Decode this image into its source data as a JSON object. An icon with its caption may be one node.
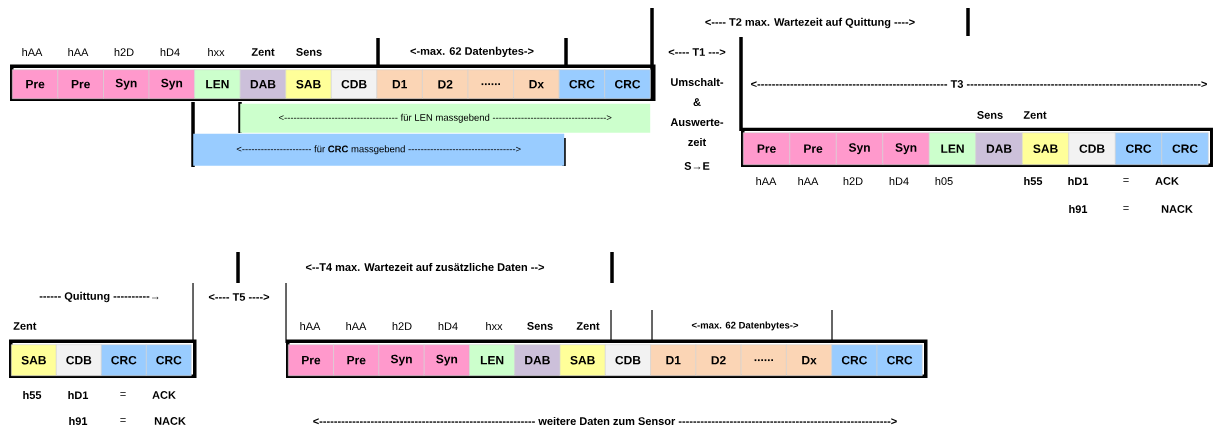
{
  "diagram": {
    "nodes": [
      {
        "text": [],
        "shape": "box"
      },
      {
        "text": [
          "Pre"
        ],
        "in": 0
      },
      {
        "text": [
          "Pre"
        ],
        "in": 0
      },
      {
        "text": [
          "Syn"
        ],
        "in": 0
      },
      {
        "text": [
          "Syn"
        ],
        "in": 0
      },
      {
        "text": [
          "LEN"
        ],
        "in": 0
      },
      {
        "text": [
          "DAB"
        ],
        "in": 0
      },
      {
        "text": [
          "SAB"
        ],
        "in": 0
      },
      {
        "text": [
          "CDB"
        ],
        "in": 0
      },
      {
        "text": [
          "D1"
        ],
        "in": 0
      },
      {
        "text": [
          "D2"
        ],
        "in": 0
      },
      {
        "text": [
          "......"
        ],
        "in": 0
      },
      {
        "text": [
          "Dx"
        ],
        "in": 0
      },
      {
        "text": [
          "CRC"
        ],
        "in": 0
      },
      {
        "text": [
          "CRC"
        ],
        "in": 0
      },
      {
        "text": [
          "<------------------------------------ für LEN massgebend ------------------------------------>"
        ]
      },
      {
        "text": [
          "<---------------------- für **CRC** massgebend ---------------------------------->"
        ]
      },
      {
        "text": [],
        "shape": "box"
      },
      {
        "text": [
          "Pre"
        ],
        "in": 17
      },
      {
        "text": [
          "Pre"
        ],
        "in": 17
      },
      {
        "text": [
          "Syn"
        ],
        "in": 17
      },
      {
        "text": [
          "Syn"
        ],
        "in": 17
      },
      {
        "text": [
          "LEN"
        ],
        "in": 17
      },
      {
        "text": [
          "DAB"
        ],
        "in": 17
      },
      {
        "text": [
          "SAB"
        ],
        "in": 17
      },
      {
        "text": [
          "CDB"
        ],
        "in": 17
      },
      {
        "text": [
          "CRC"
        ],
        "in": 17
      },
      {
        "text": [
          "CRC"
        ],
        "in": 17
      },
      {
        "text": [],
        "shape": "box"
      },
      {
        "text": [
          "SAB"
        ],
        "in": 28
      },
      {
        "text": [
          "CDB"
        ],
        "in": 28
      },
      {
        "text": [
          "CRC"
        ],
        "in": 28
      },
      {
        "text": [
          "CRC"
        ],
        "in": 28
      },
      {
        "text": [],
        "shape": "box"
      },
      {
        "text": [
          "Pre"
        ],
        "in": 33
      },
      {
        "text": [
          "Pre"
        ],
        "in": 33
      },
      {
        "text": [
          "Syn"
        ],
        "in": 33
      },
      {
        "text": [
          "Syn"
        ],
        "in": 33
      },
      {
        "text": [
          "LEN"
        ],
        "in": 33
      },
      {
        "text": [
          "DAB"
        ],
        "in": 33
      },
      {
        "text": [
          "SAB"
        ],
        "in": 33
      },
      {
        "text": [
          "CDB"
        ],
        "in": 33
      },
      {
        "text": [
          "D1"
        ],
        "in": 33
      },
      {
        "text": [
          "D2"
        ],
        "in": 33
      },
      {
        "text": [
          "......"
        ],
        "in": 33
      },
      {
        "text": [
          "Dx"
        ],
        "in": 33
      },
      {
        "text": [
          "CRC"
        ],
        "in": 33
      },
      {
        "text": [
          "CRC"
        ],
        "in": 33
      }
    ],
    "labels": [
      "<---- T2 max. Wartezeit auf Quittung ---->",
      "hAA",
      "hAA",
      "h2D",
      "hD4",
      "hxx",
      "Zent",
      "Sens",
      "<-max. 62 Datenbytes->",
      "<---- T1 --->",
      "<---------------------------------------------------- T3 ---------------------------------------------------------------->",
      "Umschalt- & Auswerte- zeit",
      "S→E",
      "Sens",
      "Zent",
      "hAA",
      "hAA",
      "h2D",
      "hD4",
      "h05",
      "h55",
      "hD1",
      "=",
      "ACK",
      "h91",
      "=",
      "NACK",
      "<--T4 max. Wartezeit auf zusätzliche Daten -->",
      "------ Quittung ----------→",
      "<---- T5 ---->",
      "Zent",
      "hAA",
      "hAA",
      "h2D",
      "hD4",
      "hxx",
      "Sens",
      "Zent",
      "<-max. 62 Datenbytes->",
      "h55",
      "hD1",
      "=",
      "ACK",
      "h91",
      "=",
      "NACK",
      "<----------------------------------------------------------- weitere Daten zum Sensor ---------------------------------------------------------->"
    ]
  }
}
